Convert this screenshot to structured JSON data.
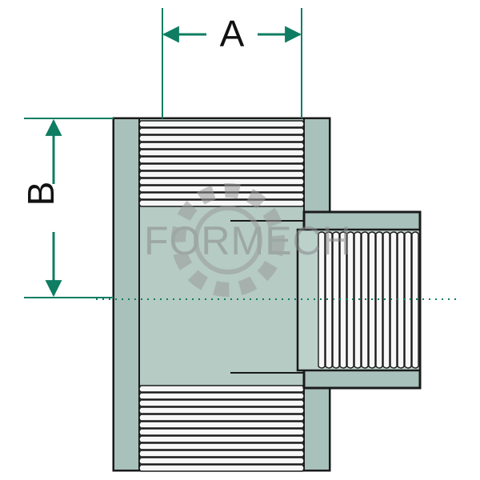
{
  "diagram": {
    "dimensions": {
      "a_label": "A",
      "b_label": "B"
    },
    "watermark": {
      "text": "FORMECH"
    },
    "colors": {
      "body": "#a8c1ba",
      "body_light": "#bdd1cb",
      "outline": "#1a1a1a",
      "dimension": "#0f7d62",
      "thread": "#f7f7f7",
      "watermark": "#9a9a9a"
    },
    "icons": {
      "watermark_emblem": "gear-icon"
    }
  }
}
